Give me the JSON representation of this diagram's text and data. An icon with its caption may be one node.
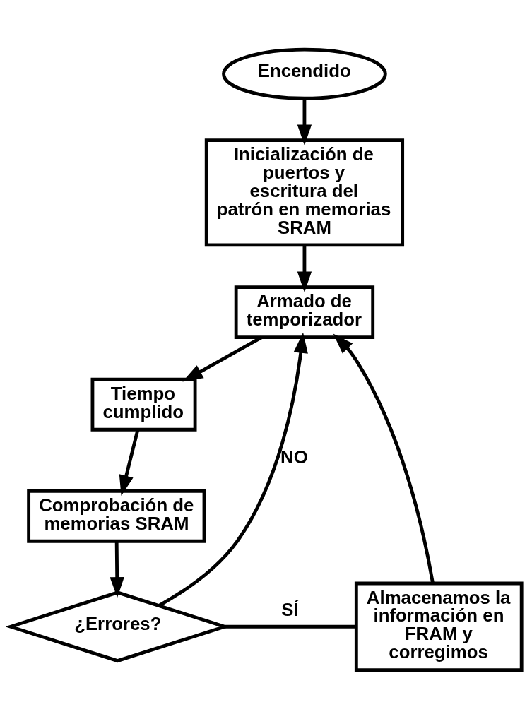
{
  "diagram": {
    "nodes": [
      {
        "text": [
          "Encendido"
        ]
      },
      {
        "text": [
          "Inicialización de puertos y escritura del patrón en memorias SRAM"
        ]
      },
      {
        "text": [
          "Armado de temporizador"
        ]
      },
      {
        "text": [
          "Tiempo cumplido"
        ]
      },
      {
        "text": [
          "Comprobación de memorias SRAM"
        ]
      },
      {
        "text": [
          "¿Errores?"
        ]
      },
      {
        "text": [
          "Almacenamos la información en FRAM y corregimos"
        ]
      }
    ],
    "edges": [
      {
        "from": 0,
        "to": 1,
        "arrow": "to"
      },
      {
        "from": 1,
        "to": 2,
        "arrow": "to"
      },
      {
        "from": 2,
        "to": 3,
        "arrow": "to"
      },
      {
        "from": 3,
        "to": 4,
        "arrow": "to"
      },
      {
        "from": 4,
        "to": 5,
        "arrow": "to"
      },
      {
        "from": 5,
        "to": 6,
        "arrow": "none",
        "label": "SÍ"
      },
      {
        "from": 6,
        "to": 2,
        "arrow": "to"
      },
      {
        "from": 5,
        "to": 2,
        "arrow": "to",
        "label": "NO"
      }
    ]
  }
}
